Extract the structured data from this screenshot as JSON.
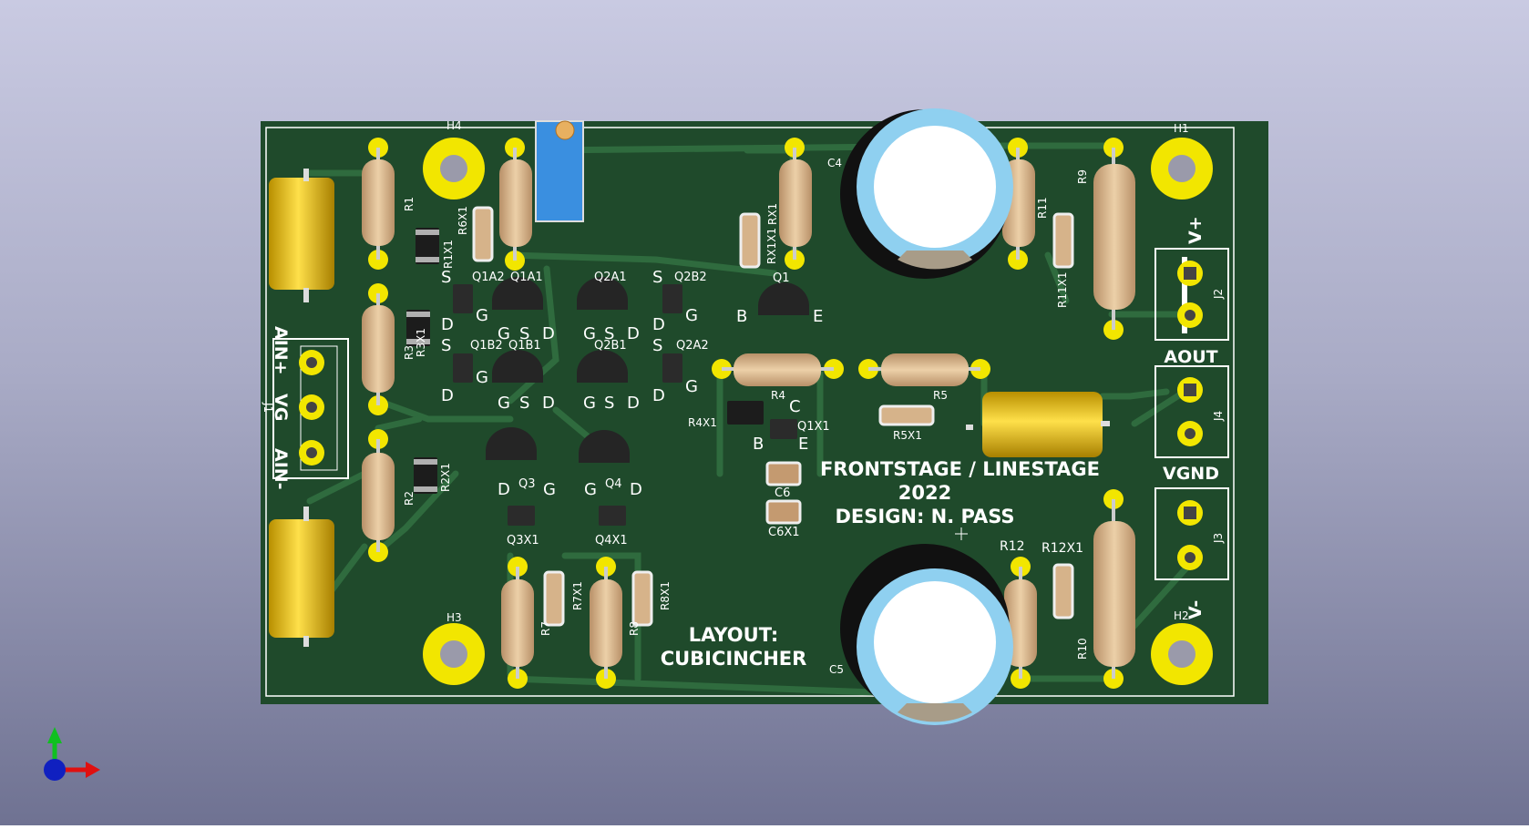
{
  "colors": {
    "board": "#1f4a2b",
    "copper": "#2f6b3e",
    "silkscreen": "#ffffff",
    "pad": "#f2e600",
    "resistor_body": "#d6b38a",
    "capacitor_sleeve": "#8fd0f0",
    "gold_cap": "#d7b000",
    "axis_x": "#e01010",
    "axis_y": "#10c020",
    "axis_z": "#1020c0"
  },
  "board_text": {
    "title1": "FRONTSTAGE / LINESTAGE",
    "year": "2022",
    "design": "DESIGN: N. PASS",
    "layout1": "LAYOUT:",
    "layout2": "CUBICINCHER"
  },
  "connector_labels": {
    "ain_plus": "AIN+",
    "vg": "VG",
    "ain_minus": "AIN-",
    "v_plus": "V+",
    "aout": "AOUT",
    "vgnd": "VGND",
    "v_minus": "V-",
    "j1": "J1",
    "j2": "J2",
    "j3": "J3",
    "j4": "J4"
  },
  "mounting_holes": {
    "h1": "H1",
    "h2": "H2",
    "h3": "H3",
    "h4": "H4"
  },
  "ref_labels": {
    "r1": "R1",
    "r2": "R2",
    "r3": "R3",
    "r3x1": "R3X1",
    "r2x1": "R2X1",
    "r1x1": "R1X1",
    "r6x1": "R6X1",
    "rx1": "RX1",
    "rx1x1": "RX1X1",
    "r11": "R11",
    "r11x1": "R11X1",
    "r9": "R9",
    "r4": "R4",
    "r4x1": "R4X1",
    "r5": "R5",
    "r5x1": "R5X1",
    "r7": "R7",
    "r7x1": "R7X1",
    "r8": "R8",
    "r8x1": "R8X1",
    "r10": "R10",
    "r12": "R12",
    "r12x1": "R12X1",
    "c4": "C4",
    "c5": "C5",
    "c6": "C6",
    "c6x1": "C6X1",
    "q1a1": "Q1A1",
    "q1a2": "Q1A2",
    "q1b1": "Q1B1",
    "q1b2": "Q1B2",
    "q2a1": "Q2A1",
    "q2a2": "Q2A2",
    "q2b1": "Q2B1",
    "q2b2": "Q2B2",
    "q1": "Q1",
    "q1x1": "Q1X1",
    "q3": "Q3",
    "q3x1": "Q3X1",
    "q4": "Q4",
    "q4x1": "Q4X1"
  },
  "pin_labels": {
    "g": "G",
    "s": "S",
    "d": "D",
    "b": "B",
    "c": "C",
    "e": "E"
  }
}
